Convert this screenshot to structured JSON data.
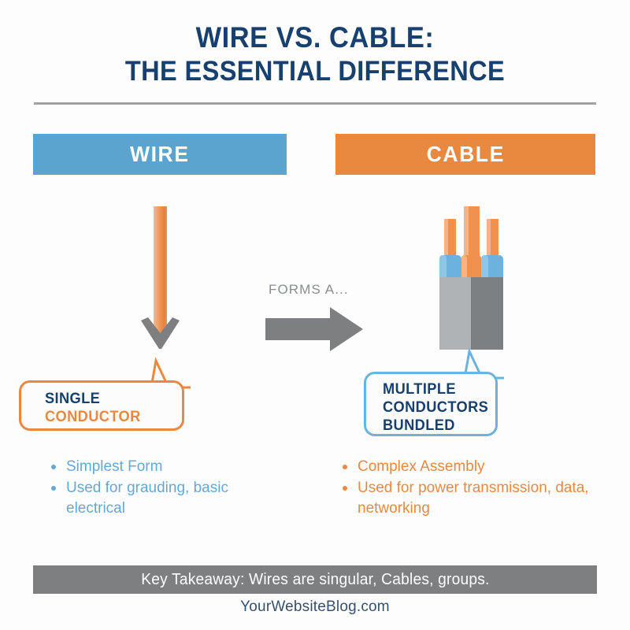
{
  "header": {
    "title_line1": "WIRE VS. CABLE:",
    "title_line2": "THE ESSENTIAL DIFFERENCE"
  },
  "columns": {
    "wire": {
      "bar_label": "WIRE",
      "bar_color": "#5BA4D0",
      "callout": {
        "line1": "SINGLE",
        "line2": "CONDUCTOR",
        "line1_color": "#17406E",
        "line2_color": "#E8893F",
        "border_color": "#E8893F"
      },
      "bullets": [
        "Simplest Form",
        "Used for grauding, basic electrical"
      ],
      "bullet_color": "#63A8D6"
    },
    "cable": {
      "bar_label": "CABLE",
      "bar_color": "#E8893F",
      "callout": {
        "line1": "MULTIPLE",
        "line2": "CONDUCTORS",
        "line3": "BUNDLED",
        "text_color": "#17406E",
        "border_color": "#6CB2DE"
      },
      "bullets": [
        "Complex Assembly",
        "Used for power transmission, data, networking"
      ],
      "bullet_color": "#E8893F"
    }
  },
  "connector": {
    "label": "FORMS A...",
    "label_color": "#8A8D8F",
    "arrow_color": "#7D7F81"
  },
  "graphics": {
    "wire_color": "#EC9150",
    "wire_arrow_color": "#7D7F81",
    "cable_conductor_color": "#F0914E",
    "cable_sleeve_color": "#6CB2DE",
    "cable_jacket_light": "#B0B3B5",
    "cable_jacket_dark": "#7D8082"
  },
  "footer": {
    "takeaway": "Key Takeaway: Wires are singular, Cables, groups.",
    "site": "YourWebsiteBlog.com",
    "bar_color": "#7D7F81"
  }
}
